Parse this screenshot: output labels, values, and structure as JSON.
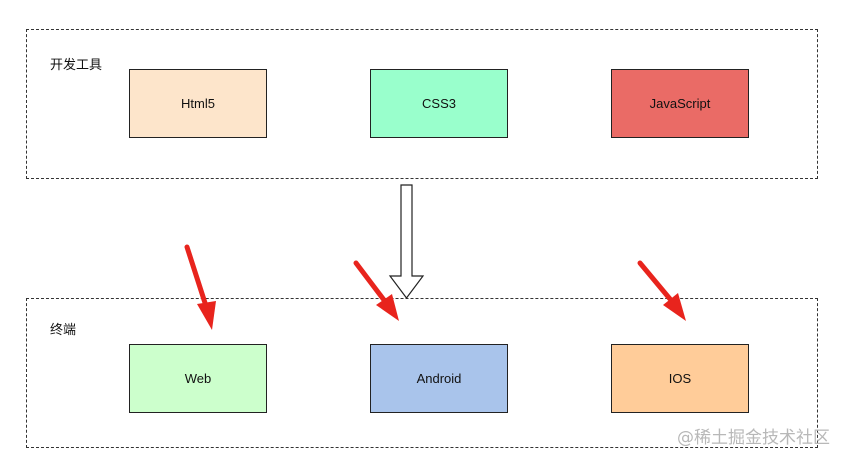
{
  "groups": {
    "dev_tools": {
      "label": "开发工具",
      "nodes": [
        {
          "label": "Html5",
          "fill": "#fde5cb"
        },
        {
          "label": "CSS3",
          "fill": "#99ffcc"
        },
        {
          "label": "JavaScript",
          "fill": "#ea6b66"
        }
      ]
    },
    "terminal": {
      "label": "终端",
      "nodes": [
        {
          "label": "Web",
          "fill": "#ccffcc"
        },
        {
          "label": "Android",
          "fill": "#a9c4eb"
        },
        {
          "label": "IOS",
          "fill": "#ffcc99"
        }
      ]
    }
  },
  "arrow_colors": {
    "pointer": "#e8241d",
    "flow": "#ffffff"
  },
  "watermark": "@稀土掘金技术社区"
}
